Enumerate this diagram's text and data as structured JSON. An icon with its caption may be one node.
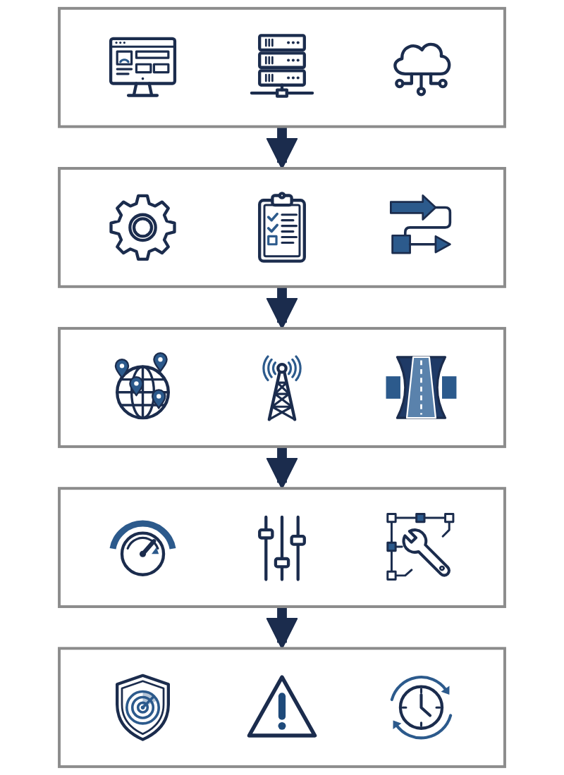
{
  "diagram": {
    "nodes": [
      {
        "text": [],
        "shape": "box"
      },
      {
        "text": [],
        "shape": "picture",
        "in": 0
      },
      {
        "text": [],
        "shape": "picture",
        "in": 0
      },
      {
        "text": [],
        "shape": "picture",
        "in": 0
      },
      {
        "text": [],
        "shape": "box"
      },
      {
        "text": [],
        "shape": "picture",
        "in": 4
      },
      {
        "text": [],
        "shape": "picture",
        "in": 4
      },
      {
        "text": [],
        "shape": "picture",
        "in": 4
      },
      {
        "text": [],
        "shape": "box"
      },
      {
        "text": [],
        "shape": "picture",
        "in": 8
      },
      {
        "text": [],
        "shape": "picture",
        "in": 8
      },
      {
        "text": [],
        "shape": "picture",
        "in": 8
      },
      {
        "text": [],
        "shape": "box"
      },
      {
        "text": [],
        "shape": "picture",
        "in": 12
      },
      {
        "text": [],
        "shape": "picture",
        "in": 12
      },
      {
        "text": [],
        "shape": "picture",
        "in": 12
      },
      {
        "text": [],
        "shape": "box"
      },
      {
        "text": [],
        "shape": "picture",
        "in": 16
      },
      {
        "text": [],
        "shape": "picture",
        "in": 16
      },
      {
        "text": [],
        "shape": "picture",
        "in": 16
      }
    ],
    "edges": [
      {
        "from": 0,
        "to": 4,
        "arrow": "to"
      },
      {
        "from": 4,
        "to": 8,
        "arrow": "to"
      },
      {
        "from": 8,
        "to": 12,
        "arrow": "to"
      },
      {
        "from": 12,
        "to": 16,
        "arrow": "to"
      }
    ]
  }
}
